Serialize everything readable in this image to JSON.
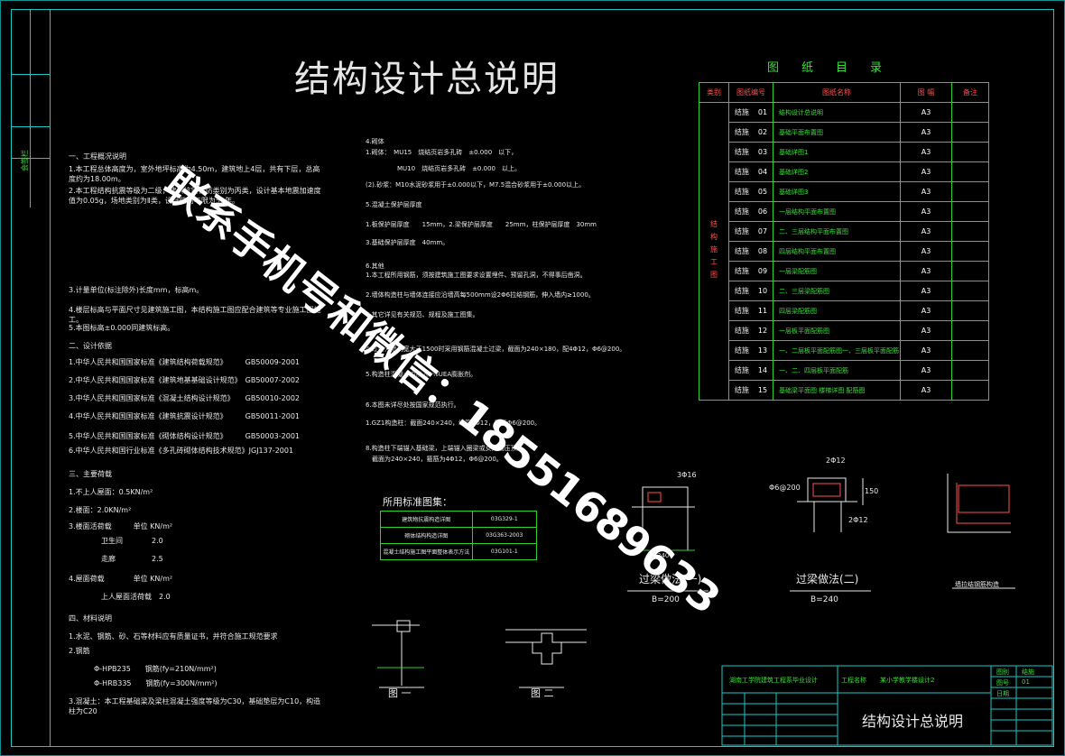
{
  "drawing_title": "结构设计总说明",
  "side_label": "会签栏",
  "index": {
    "heading": "图　纸　目　录",
    "headers": [
      "类别",
      "图纸编号",
      "图纸名称",
      "图 幅",
      "备注"
    ],
    "category": "结构施工图",
    "rows": [
      {
        "code": "结施",
        "num": "01",
        "name": "结构设计总说明",
        "size": "A3"
      },
      {
        "code": "结施",
        "num": "02",
        "name": "基础平面布置图",
        "size": "A3"
      },
      {
        "code": "结施",
        "num": "03",
        "name": "基础详图1",
        "size": "A3"
      },
      {
        "code": "结施",
        "num": "04",
        "name": "基础详图2",
        "size": "A3"
      },
      {
        "code": "结施",
        "num": "05",
        "name": "基础详图3",
        "size": "A3"
      },
      {
        "code": "结施",
        "num": "06",
        "name": "一层结构平面布置图",
        "size": "A3"
      },
      {
        "code": "结施",
        "num": "07",
        "name": "二、三层结构平面布置图",
        "size": "A3"
      },
      {
        "code": "结施",
        "num": "08",
        "name": "四层结构平面布置图",
        "size": "A3"
      },
      {
        "code": "结施",
        "num": "09",
        "name": "一层梁配筋图",
        "size": "A3"
      },
      {
        "code": "结施",
        "num": "10",
        "name": "二、三层梁配筋图",
        "size": "A3"
      },
      {
        "code": "结施",
        "num": "11",
        "name": "四层梁配筋图",
        "size": "A3"
      },
      {
        "code": "结施",
        "num": "12",
        "name": "一层板平面配筋图",
        "size": "A3"
      },
      {
        "code": "结施",
        "num": "13",
        "name": "一、二层板平面配筋图一、三层板平面配筋",
        "size": "A3"
      },
      {
        "code": "结施",
        "num": "14",
        "name": "一、二、四层板平面配筋",
        "size": "A3"
      },
      {
        "code": "结施",
        "num": "15",
        "name": "基础梁平面图 楼梯详图 配筋图",
        "size": "A3"
      }
    ]
  },
  "left_notes": [
    "一、工程概况说明",
    "1.本工程总体高度为，室外地坪标高为4.50m，建筑地上4层，共有下层，总高度约为18.00m。",
    "2.本工程结构抗震等级为二级，建筑抗震设防类别为丙类，设计基本地震加速度值为0.05g，场地类别为Ⅱ类，设计使用年限为50年。",
    "3.计量单位(标注除外)长度mm，标高m。",
    "4.楼层标高与平面尺寸见建筑施工图，本结构施工图应配合建筑等专业施工图施工。",
    "5.本图标高±0.000同建筑标高。",
    "二、设计依据",
    "1.中华人民共和国国家标准《建筑结构荷载规范》　　　GB50009-2001",
    "2.中华人民共和国国家标准《建筑地基基础设计规范》　GB50007-2002",
    "3.中华人民共和国国家标准《混凝土结构设计规范》　　GB50010-2002",
    "4.中华人民共和国国家标准《建筑抗震设计规范》　　　GB50011-2001",
    "5.中华人民共和国国家标准《砌体结构设计规范》　　　GB50003-2001",
    "6.中华人民共和国行业标准《多孔砖砌体结构技术规范》JGJ137-2001",
    "三、主要荷载",
    "1.不上人屋面：0.5KN/m²",
    "2.楼面：2.0KN/m²",
    "3.楼面活荷载　　　单位 KN/m²",
    "　　卫生间　　　　2.0",
    "　　走廊　　　　　2.5",
    "4.屋面荷载　　　　单位 KN/m²",
    "　　上人屋面活荷载　2.0",
    "四、材料说明",
    "1.水泥、钢筋、砂、石等材料应有质量证书，并符合施工规范要求",
    "2.钢筋",
    "　Φ-HPB235　　钢筋(fy=210N/mm²)",
    "　Φ-HRB335　　钢筋(fy=300N/mm²)",
    "3.混凝土：本工程基础梁及梁柱混凝土强度等级为C30，基础垫层为C10，构造柱为C20"
  ],
  "mid_notes": [
    "4.砌体",
    "1.砌体：　MU15　烧结页岩多孔砖　±0.000　以下，",
    "　　　　　MU10　烧结页岩多孔砖　±0.000　以上。",
    "(2).砂浆：M10水泥砂浆用于±0.000以下，M7.5混合砂浆用于±0.000以上。",
    "5.混凝土保护层厚度",
    "1.板保护层厚度　　15mm，2.梁保护层厚度　　25mm，柱保护层厚度　30mm",
    "3.基础保护层厚度　40mm。",
    "6.其他",
    "1.本工程所用钢筋，须按建筑施工图要求设置埋件、预留孔洞，不得事后凿洞。",
    "2.墙体构造柱与墙体连接应沿墙高每500mm设2Φ6拉结钢筋，伸入墙内≥1000。",
    "3.其它详见有关规范、规程及施工图集。",
    "4.过梁：墙洞宽大于1500时采用钢筋混凝土过梁，截面为240×180，配4Φ12，Φ6@200。",
    "5.构造柱混凝土中掺入5%UEA膨胀剂。",
    "6.本图未详尽处按国家规范执行。",
    "1.GZ1构造柱：截面240×240，纵筋4Φ12，箍筋Φ6@200。",
    "8.构造柱下端锚入基础梁，上端锚入圈梁或女儿墙压顶。",
    "　截面为240×240，箍筋为4Φ12，Φ6@200。"
  ],
  "atlas": {
    "heading": "所用标准图集：",
    "rows": [
      [
        "建筑物抗震构造详图",
        "03G329-1"
      ],
      [
        "砌体结构构造详图",
        "03G363-2003"
      ],
      [
        "混凝土结构施工图平面整体表示方法",
        "03G101-1"
      ]
    ]
  },
  "details": {
    "lintel1_label": "过梁做法(一)",
    "lintel1_sub": "B=200",
    "lintel2_label": "过梁做法(二)",
    "lintel2_sub": "B=240",
    "corner_label": "墙拉结钢筋构造",
    "fig1": "图 一",
    "fig2": "图 二",
    "dim_150": "150",
    "rebar_top": "2Φ12",
    "rebar_bot": "2Φ12",
    "stirrup": "Φ6@200",
    "rebar_16": "3Φ16",
    "dim_240": "240"
  },
  "title_block": {
    "school": "湖南工学院建筑工程系毕业设计",
    "project": "某小学教学楼设计2",
    "drawing_name": "结构设计总说明",
    "field_label": "工程名称",
    "right1": "图别",
    "right1_val": "结施",
    "right2": "图号",
    "right2_val": "01",
    "right3": "日期"
  },
  "watermark": "联系手机号和微信：18551689633"
}
